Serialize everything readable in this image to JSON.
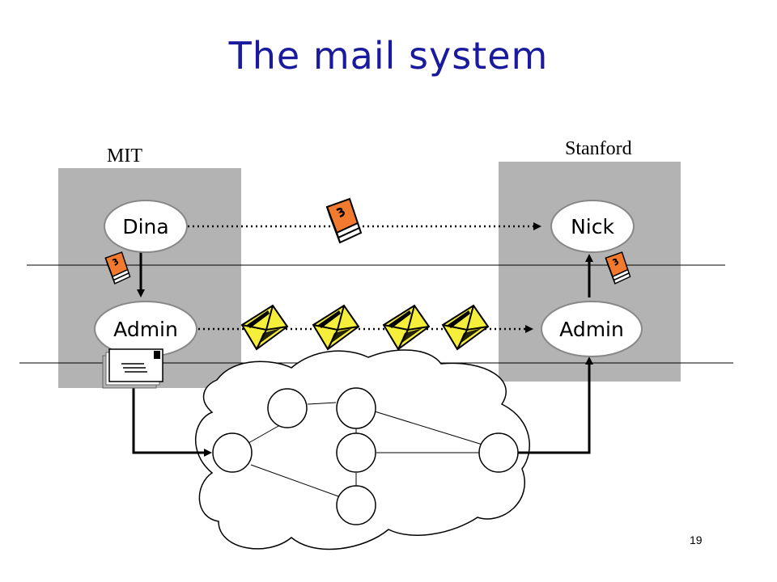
{
  "title": "The mail system",
  "sites": {
    "left": "MIT",
    "right": "Stanford"
  },
  "nodes": {
    "dina": "Dina",
    "nick": "Nick",
    "admin_left": "Admin",
    "admin_right": "Admin"
  },
  "page_number": "19",
  "colors": {
    "title": "#1a1a9e",
    "site_box": "#b3b3b3",
    "node_fill": "#ffffff",
    "mail_orange": "#f27a2e",
    "envelope_yellow": "#f5ee3a"
  },
  "icons": [
    "mail-book-icon",
    "envelope-icon",
    "letter-stack-icon",
    "network-cloud-icon"
  ]
}
